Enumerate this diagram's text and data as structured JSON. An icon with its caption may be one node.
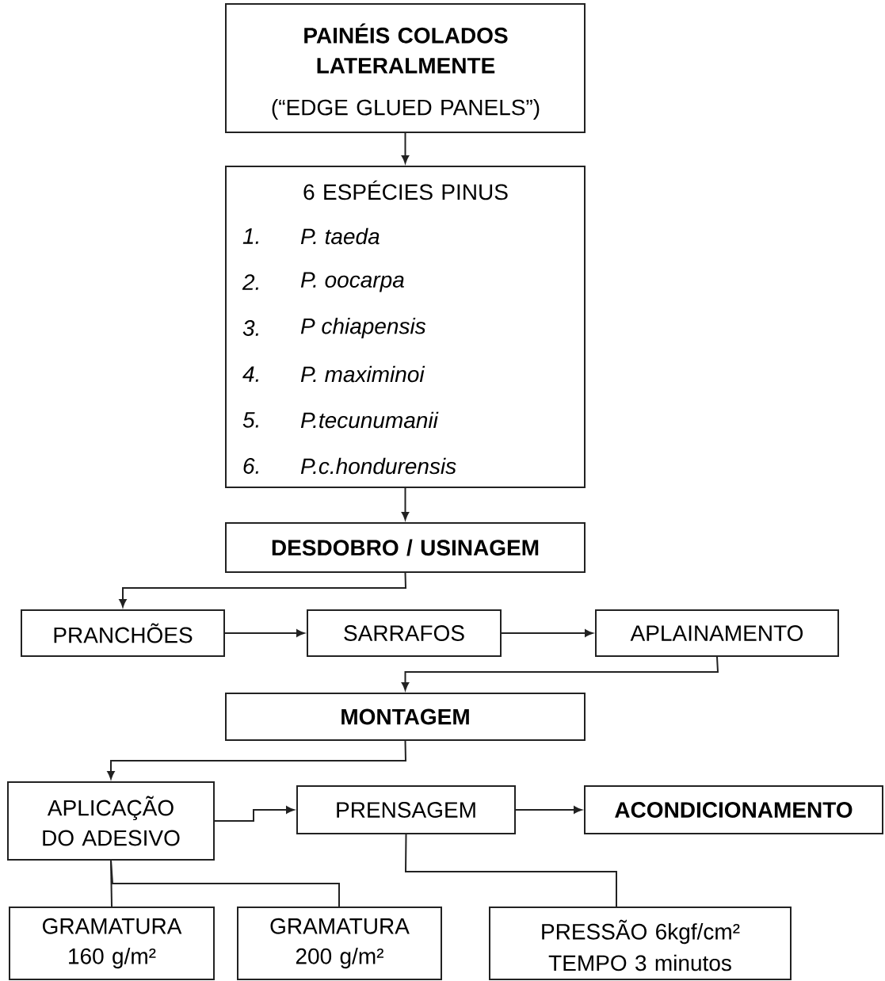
{
  "diagram": {
    "nodes": [
      {
        "text": [
          "PAINÉIS COLADOS LATERALMENTE",
          "(“EDGE GLUED PANELS”)"
        ]
      },
      {
        "text": [
          "6 ESPÉCIES PINUS",
          "1.",
          "P. taeda",
          "2.",
          "P. oocarpa",
          "3.",
          "P chiapensis",
          "4.",
          "P. maximinoi",
          "5.",
          "P.tecunumanii",
          "6.",
          "P.c.hondurensis"
        ]
      },
      {
        "text": [
          "DESDOBRO / USINAGEM"
        ]
      },
      {
        "text": [
          "PRANCHÕES"
        ]
      },
      {
        "text": [
          "SARRAFOS"
        ]
      },
      {
        "text": [
          "APLAINAMENTO"
        ]
      },
      {
        "text": [
          "MONTAGEM"
        ]
      },
      {
        "text": [
          "APLICAÇÃO DO ADESIVO"
        ]
      },
      {
        "text": [
          "PRENSAGEM"
        ]
      },
      {
        "text": [
          "ACONDICIONAMENTO"
        ]
      },
      {
        "text": [
          "GRAMATURA 160 g/m²"
        ]
      },
      {
        "text": [
          "GRAMATURA 200 g/m²"
        ]
      },
      {
        "text": [
          "PRESSÃO 6kgf/cm²",
          "TEMPO 3 minutos"
        ]
      }
    ],
    "edges": [
      {
        "from": 0,
        "to": 1,
        "arrow": "to"
      },
      {
        "from": 1,
        "to": 2,
        "arrow": "to"
      },
      {
        "from": 2,
        "to": 3,
        "arrow": "to"
      },
      {
        "from": 3,
        "to": 4,
        "arrow": "to"
      },
      {
        "from": 4,
        "to": 5,
        "arrow": "to"
      },
      {
        "from": 5,
        "to": 6,
        "arrow": "to"
      },
      {
        "from": 6,
        "to": 7,
        "arrow": "to"
      },
      {
        "from": 7,
        "to": 8,
        "arrow": "to"
      },
      {
        "from": 8,
        "to": 9,
        "arrow": "to"
      },
      {
        "from": 7,
        "to": 10,
        "arrow": "none"
      },
      {
        "from": 7,
        "to": 11,
        "arrow": "none"
      },
      {
        "from": 8,
        "to": 12,
        "arrow": "none"
      }
    ]
  }
}
